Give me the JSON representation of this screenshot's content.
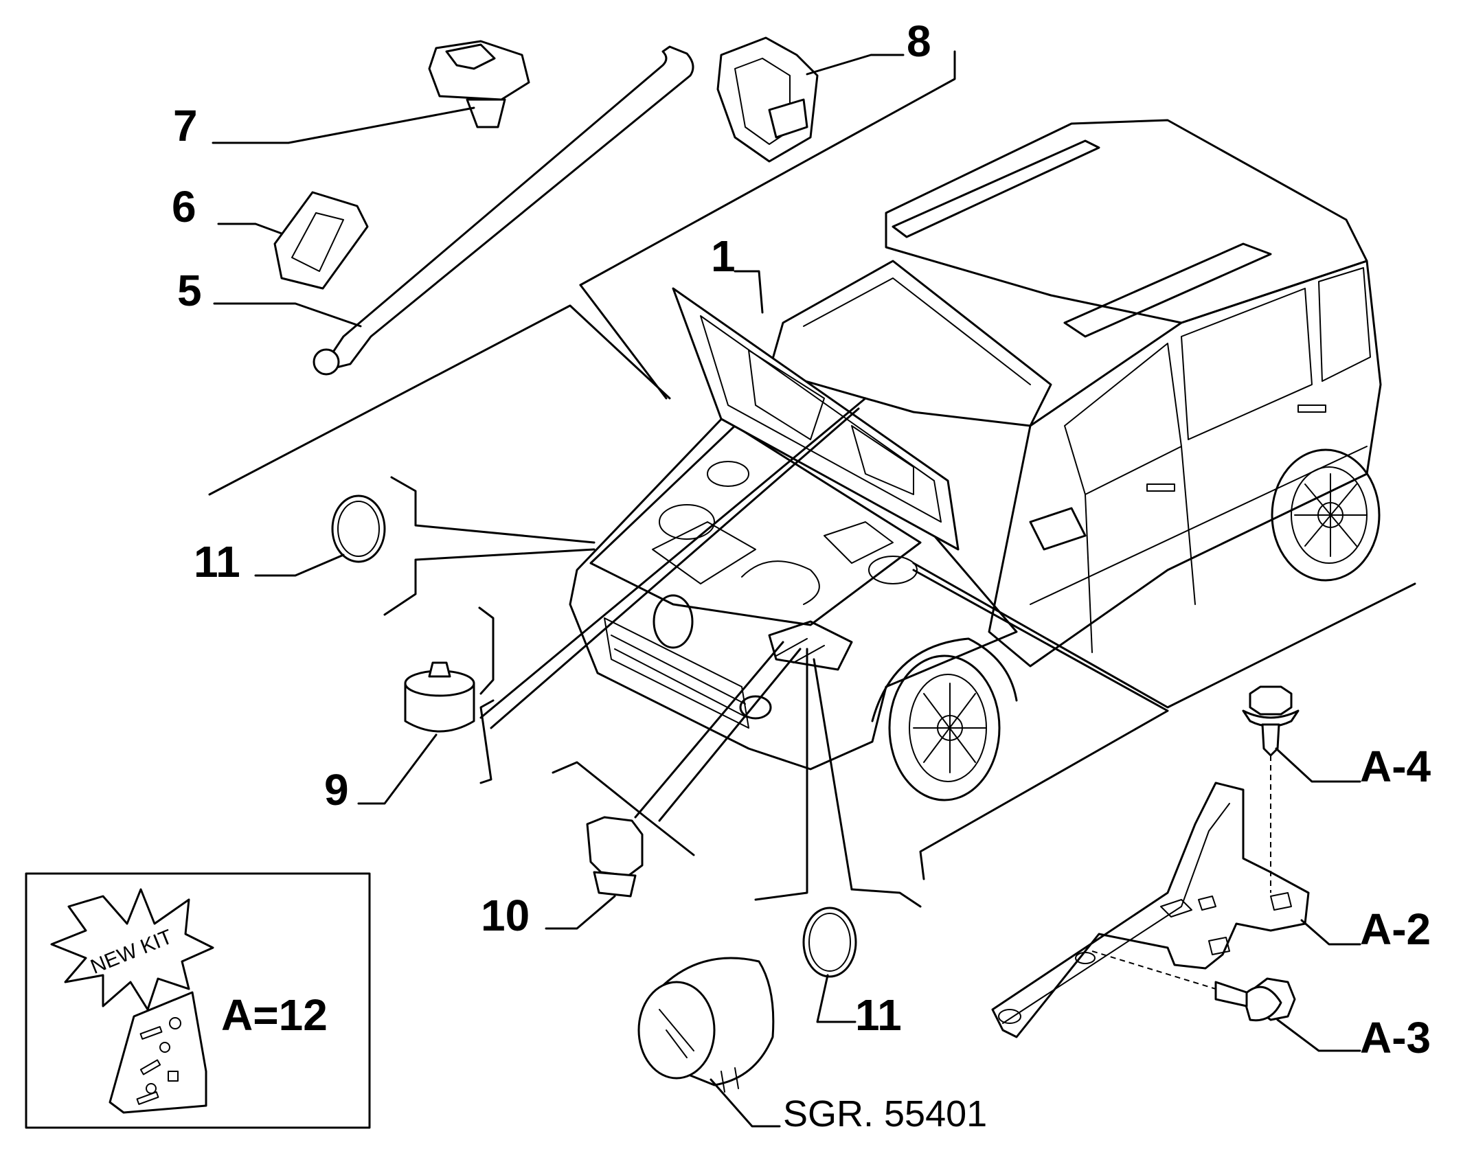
{
  "callouts": {
    "c1": "1",
    "c5": "5",
    "c6": "6",
    "c7": "7",
    "c8": "8",
    "c9": "9",
    "c10": "10",
    "c11a": "11",
    "c11b": "11",
    "a2": "A-2",
    "a3": "A-3",
    "a4": "A-4"
  },
  "kit": {
    "badge": "NEW KIT",
    "label": "A=12"
  },
  "reference": "SGR. 55401"
}
